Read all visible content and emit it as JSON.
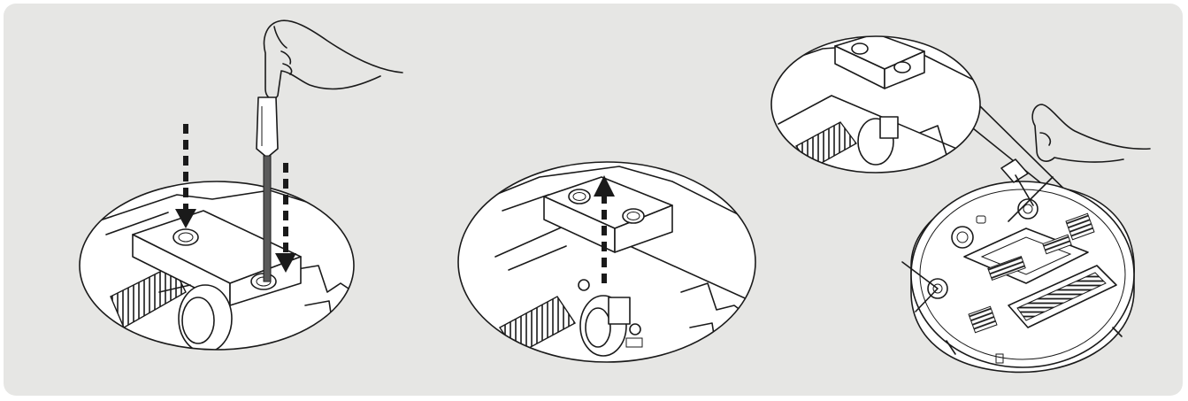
{
  "figure": {
    "background_color": "#e6e6e4",
    "line_color": "#1a1a1a",
    "steps": [
      {
        "name": "insert-screwdriver-step",
        "arrows": [
          "down",
          "down"
        ]
      },
      {
        "name": "lift-block-step",
        "arrows": [
          "up"
        ]
      },
      {
        "name": "robot-overview-step",
        "arrows": []
      }
    ],
    "icons": [
      "hand-icon",
      "screwdriver-icon",
      "robot-vacuum-icon",
      "magnifier-callout-icon"
    ]
  }
}
